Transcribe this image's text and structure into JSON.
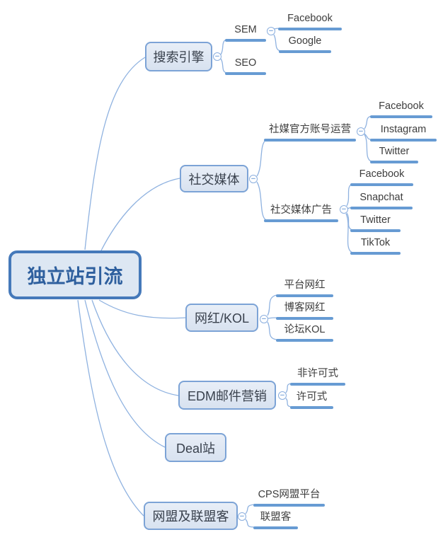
{
  "icons": {
    "collapse_glyph": "−"
  },
  "colors": {
    "wire": "#8fb2e0",
    "underline": "#679bd3",
    "node_border": "#7ca3d6",
    "node_fill": "#dde7f3",
    "root_border": "#4579ba",
    "root_text": "#2e5f9e",
    "text": "#3d3d3d"
  },
  "root": {
    "label": "独立站引流"
  },
  "branches": [
    {
      "label": "搜索引擎",
      "children": [
        {
          "label": "SEM",
          "children": [
            {
              "label": "Facebook"
            },
            {
              "label": "Google"
            }
          ]
        },
        {
          "label": "SEO",
          "children": []
        }
      ]
    },
    {
      "label": "社交媒体",
      "children": [
        {
          "label": "社媒官方账号运营",
          "children": [
            {
              "label": "Facebook"
            },
            {
              "label": "Instagram"
            },
            {
              "label": "Twitter"
            }
          ]
        },
        {
          "label": "社交媒体广告",
          "children": [
            {
              "label": "Facebook"
            },
            {
              "label": "Snapchat"
            },
            {
              "label": "Twitter"
            },
            {
              "label": "TikTok"
            }
          ]
        }
      ]
    },
    {
      "label": "网红/KOL",
      "children": [
        {
          "label": "平台网红",
          "children": []
        },
        {
          "label": "博客网红",
          "children": []
        },
        {
          "label": "论坛KOL",
          "children": []
        }
      ]
    },
    {
      "label": "EDM邮件营销",
      "children": [
        {
          "label": "非许可式",
          "children": []
        },
        {
          "label": "许可式",
          "children": []
        }
      ]
    },
    {
      "label": "Deal站",
      "children": []
    },
    {
      "label": "网盟及联盟客",
      "children": [
        {
          "label": "CPS网盟平台",
          "children": []
        },
        {
          "label": "联盟客",
          "children": []
        }
      ]
    }
  ]
}
